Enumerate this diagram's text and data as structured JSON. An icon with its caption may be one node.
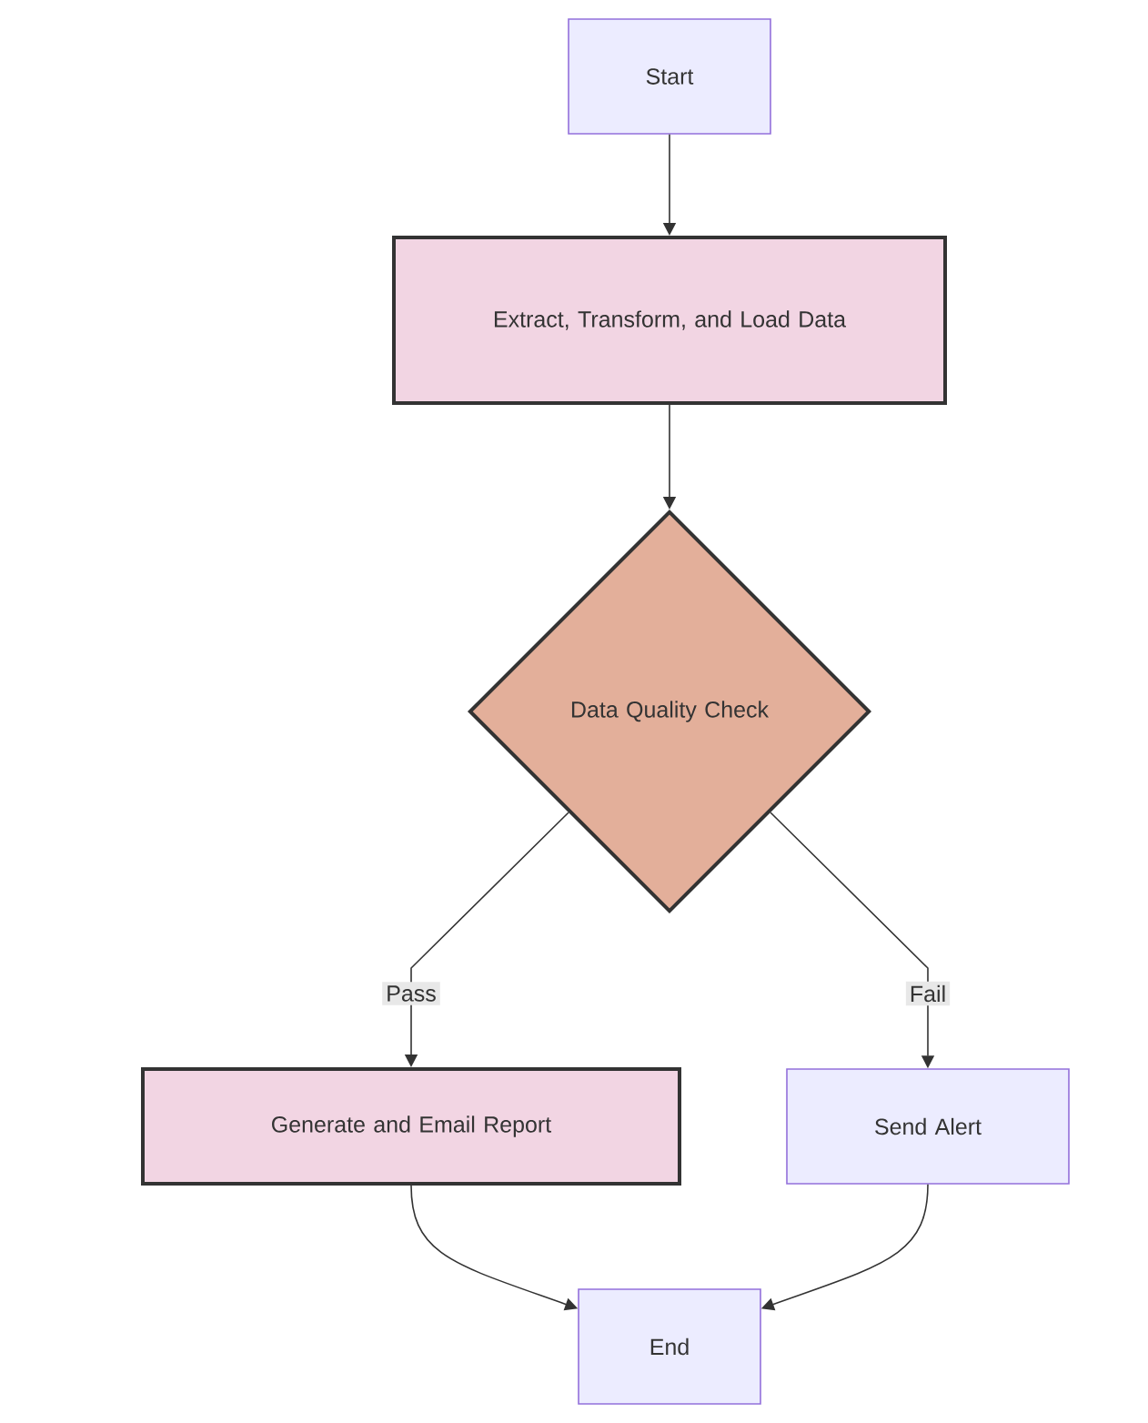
{
  "diagram": {
    "nodes": [
      {
        "text": [
          "Start"
        ]
      },
      {
        "text": [
          "Extract, Transform, and Load Data"
        ]
      },
      {
        "text": [
          "Data Quality Check"
        ]
      },
      {
        "text": [
          "Generate and Email Report"
        ]
      },
      {
        "text": [
          "Send Alert"
        ]
      },
      {
        "text": [
          "End"
        ]
      }
    ],
    "edges": [
      {
        "from": 0,
        "to": 1,
        "arrow": "to"
      },
      {
        "from": 1,
        "to": 2,
        "arrow": "to"
      },
      {
        "from": 2,
        "to": 3,
        "arrow": "to",
        "label": "Pass"
      },
      {
        "from": 2,
        "to": 4,
        "arrow": "to",
        "label": "Fail"
      },
      {
        "from": 3,
        "to": 5,
        "arrow": "to"
      },
      {
        "from": 4,
        "to": 5,
        "arrow": "to"
      }
    ]
  }
}
